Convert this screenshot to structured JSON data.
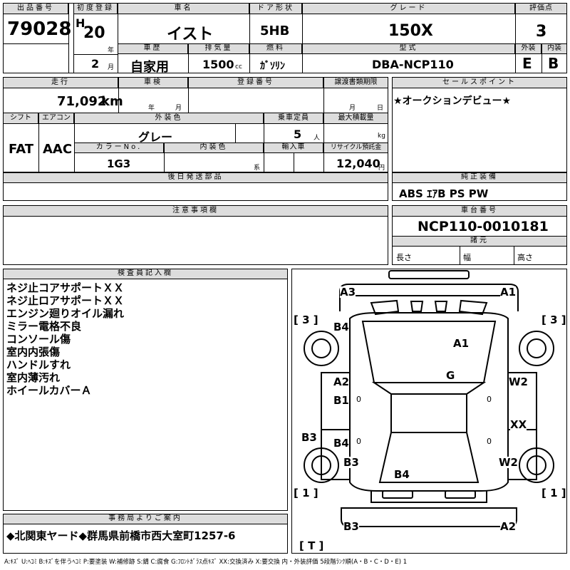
{
  "header": {
    "lot_label": "出品番号",
    "lot_value": "79028",
    "first_reg_label": "初度登録",
    "era": "H",
    "year_value": "20",
    "year_unit": "年",
    "month_value": "2",
    "month_unit": "月",
    "car_name_label": "車名",
    "car_name": "イスト",
    "door_label": "ドア形状",
    "door_value": "5HB",
    "grade_label": "グレード",
    "grade_value": "150X",
    "score_label": "評価点",
    "score_value": "3",
    "history_label": "車歴",
    "history_value": "自家用",
    "displacement_label": "排気量",
    "displacement_value": "1500",
    "displacement_unit": "cc",
    "fuel_label": "燃料",
    "fuel_value": "ｶﾞｿﾘﾝ",
    "model_label": "型式",
    "model_value": "DBA-NCP110",
    "exterior_label": "外装",
    "exterior_value": "E",
    "interior_label": "内装",
    "interior_value": "B"
  },
  "row2": {
    "mileage_label": "走行",
    "mileage_value": "71,092",
    "mileage_unit": "km",
    "inspection_label": "車検",
    "inspection_year_unit": "年",
    "inspection_month_unit": "月",
    "regno_label": "登録番号",
    "transfer_label": "譲渡書類期限",
    "transfer_month_unit": "月",
    "transfer_day_unit": "日",
    "shift_label": "シフト",
    "shift_value": "FAT",
    "ac_label": "エアコン",
    "ac_value": "AAC",
    "ext_color_label": "外装色",
    "ext_color_value": "グレー",
    "capacity_label": "乗車定員",
    "capacity_value": "5",
    "capacity_unit": "人",
    "maxload_label": "最大積載量",
    "maxload_unit": "kg",
    "colorno_label": "カラーNo.",
    "colorno_value": "1G3",
    "int_color_label": "内装色",
    "int_color_unit": "系",
    "import_label": "輸入車",
    "recycle_label": "リサイクル預託金",
    "recycle_value": "12,040",
    "recycle_unit": "円",
    "later_parts_label": "後日発送部品",
    "notes_label": "注意事項欄"
  },
  "right": {
    "selling_label": "セールスポイント",
    "selling_value": "★オークションデビュー★",
    "equip_label": "純正装備",
    "equip_value": "ABS ｴｱB PS PW",
    "chassis_label": "車台番号",
    "chassis_value": "NCP110-0010181",
    "spec_label": "諸元",
    "length_label": "長さ",
    "width_label": "幅",
    "height_label": "高さ"
  },
  "inspector": {
    "label": "検査員記入欄",
    "notes": [
      "ネジ止コアサポートＸＸ",
      "ネジ止ロアサポートＸＸ",
      "エンジン廻りオイル漏れ",
      "ミラー電格不良",
      "コンソール傷",
      "室内内張傷",
      "ハンドルすれ",
      "室内薄汚れ",
      "ホイールカバーＡ"
    ]
  },
  "office": {
    "label": "事務局よりご案内",
    "value": "◆北関東ヤード◆群馬県前橋市西大室町1257-6"
  },
  "diagram": {
    "marks": {
      "a3_top": "A3",
      "a1_top": "A1",
      "tire_fl": "[ 3 ]",
      "tire_fr": "[ 3 ]",
      "b4_front": "B4",
      "a1_hood": "A1",
      "g_windshield": "G",
      "a2_fender": "A2",
      "w2_fender": "W2",
      "b1_door": "B1",
      "xx_door": "XX",
      "b3_sill": "B3",
      "b4_door": "B4",
      "b3_quarter": "B3",
      "w2_rear": "W2",
      "b4_roof": "B4",
      "tire_rl": "[ 1 ]",
      "tire_rr": "[ 1 ]",
      "b3_bumper": "B3",
      "a2_bumper": "A2",
      "trunk": "[ T ]",
      "zero_l1": "0",
      "zero_l2": "0",
      "zero_r1": "0",
      "zero_r2": "0"
    }
  },
  "legend": "A:ｷｽﾞ U:ﾍｺﾐ B:ｷｽﾞを伴うﾍｺﾐ P:要塗装 W:補修跡 S:錆 C:腐食 G:ﾌﾛﾝﾄｶﾞﾗｽ点ｷｽﾞ XX:交換済み X:要交換 内・外装評価 5段階ﾗﾝｸ順(A・B・C・D・E) 1"
}
